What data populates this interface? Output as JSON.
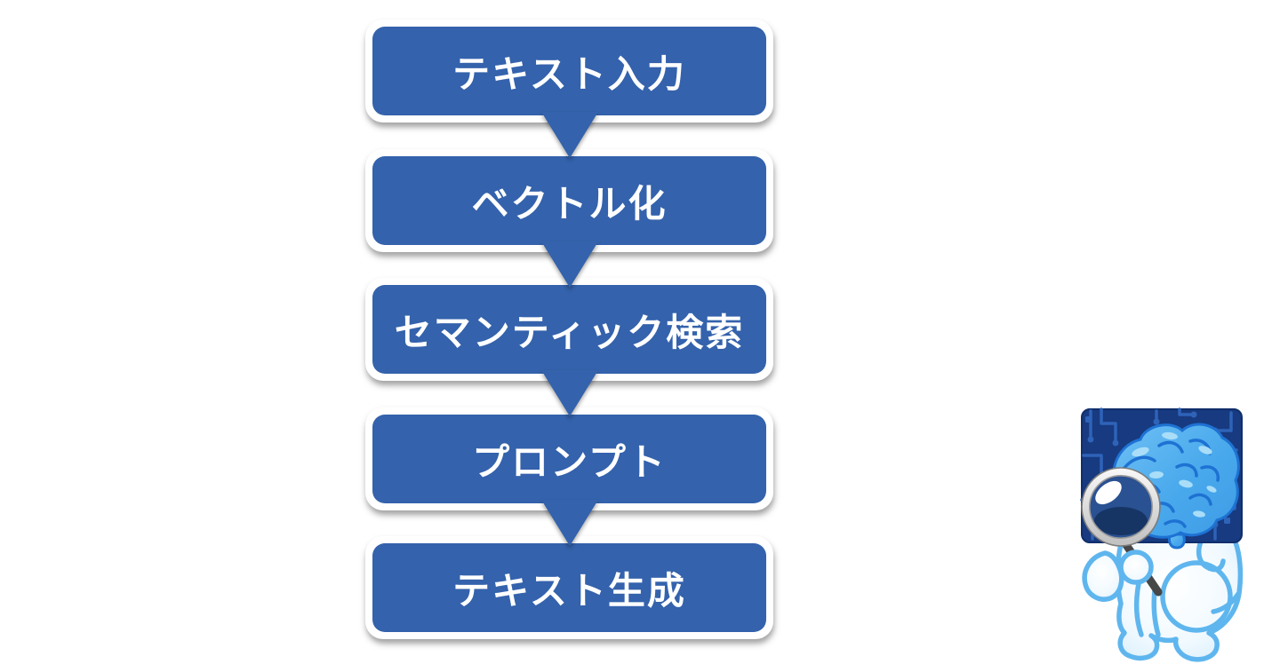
{
  "page": {
    "background": "#ffffff"
  },
  "flowchart": {
    "box_fill": "#3462ac",
    "box_border": "#ffffff",
    "text_color": "#ffffff",
    "steps": [
      {
        "label": "テキスト入力"
      },
      {
        "label": "ベクトル化"
      },
      {
        "label": "セマンティック検索"
      },
      {
        "label": "プロンプト"
      },
      {
        "label": "テキスト生成"
      }
    ]
  },
  "illustration": {
    "description": "ai-brain-with-magnifying-glass",
    "colors": {
      "circuit_board": "#173a80",
      "circuit_trace": "#2e63b8",
      "brain": "#49a9ec",
      "brain_outline": "#1e72d3",
      "brain_highlight": "#a9ddf8",
      "figure_outline": "#5fb6ee",
      "figure_fill": "#ffffff",
      "lens_rim": "#e9e9e9",
      "handle": "#474747"
    }
  }
}
